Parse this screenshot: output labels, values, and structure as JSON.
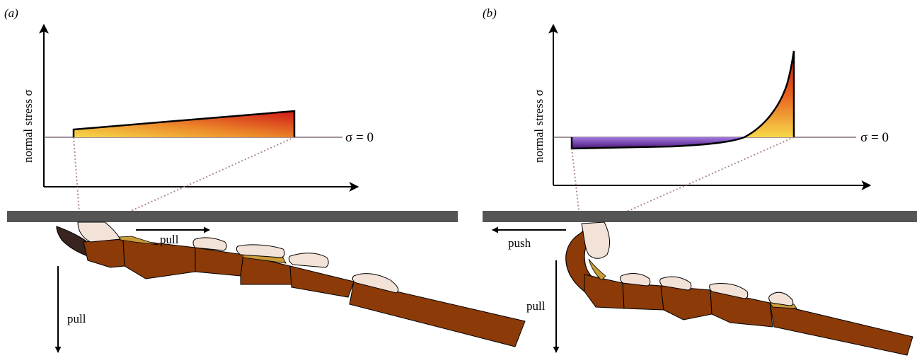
{
  "panels": {
    "a": {
      "label": "(a)",
      "ylabel": "normal stress σ",
      "zero_label": "σ = 0",
      "arrow_horizontal": "pull",
      "arrow_vertical": "pull",
      "stress_profile": "linearly increasing tensile (positive) stress",
      "stress_colors": [
        "#f5d040",
        "#e07a20",
        "#d42a1a"
      ]
    },
    "b": {
      "label": "(b)",
      "ylabel": "normal stress σ",
      "zero_label": "σ = 0",
      "arrow_horizontal": "push",
      "arrow_vertical": "pull",
      "stress_profile": "compressive (negative) stress along most of the pad, sharp tensile peak at the distal end",
      "stress_colors": [
        "#5a1a8a",
        "#8060d0",
        "#f5d040",
        "#d42a1a"
      ]
    }
  },
  "colors": {
    "surface": "#555555",
    "toe_fill": "#8b3a08",
    "lamella_fill": "#f2e2d8",
    "sublamella_fill": "#c89a38",
    "claw_fill": "#3a2420",
    "leader_line": "#b08890"
  }
}
